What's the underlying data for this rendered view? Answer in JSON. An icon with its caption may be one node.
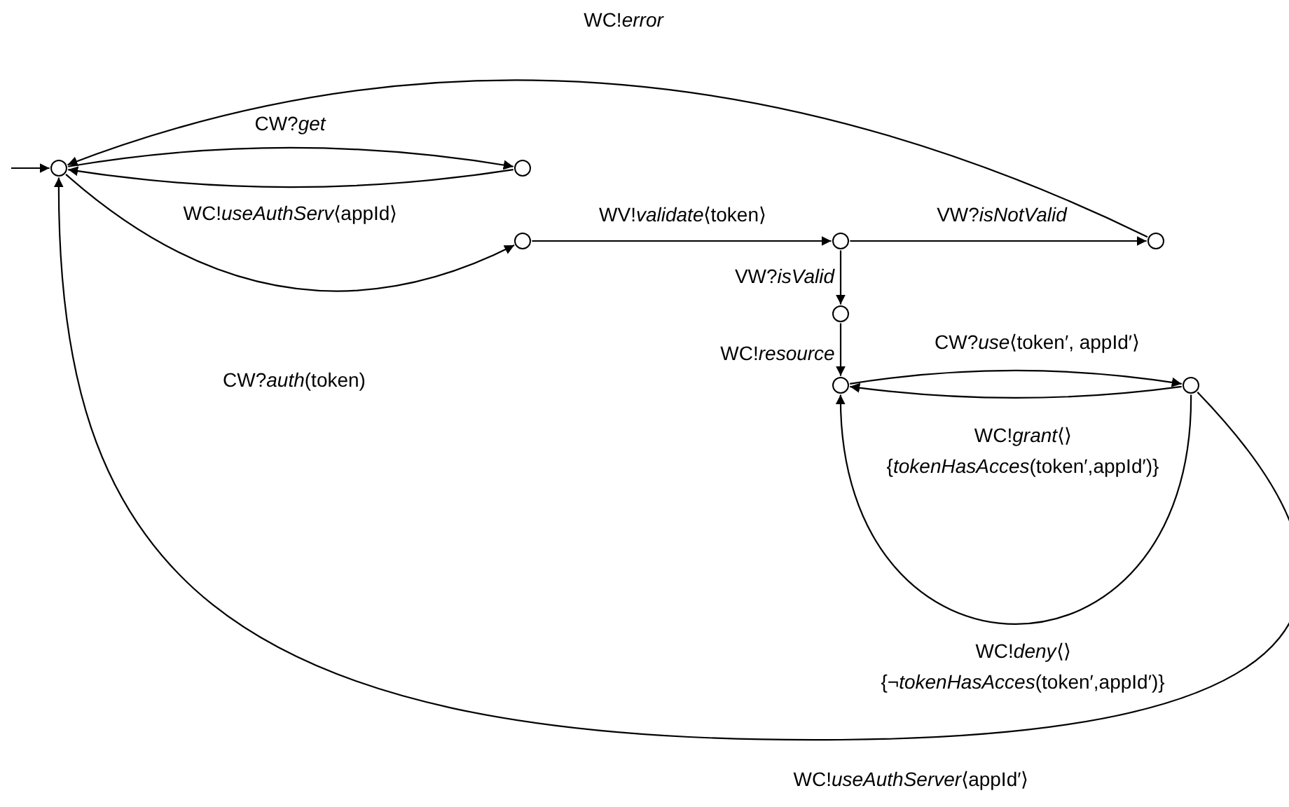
{
  "diagram": {
    "nodes": [
      {
        "text": [],
        "shape": "circle"
      },
      {
        "text": [],
        "shape": "circle"
      },
      {
        "text": [],
        "shape": "circle"
      },
      {
        "text": [],
        "shape": "circle"
      },
      {
        "text": [],
        "shape": "circle"
      },
      {
        "text": [],
        "shape": "circle"
      },
      {
        "text": [],
        "shape": "circle"
      },
      {
        "text": [],
        "shape": "circle"
      }
    ],
    "edges": [
      {
        "from": null,
        "to": 0,
        "arrow": "to"
      },
      {
        "from": 0,
        "to": 1,
        "arrow": "to",
        "label": "CW?*get*"
      },
      {
        "from": 1,
        "to": 0,
        "arrow": "to",
        "label": "WC!*useAuthServ*⟨appId⟩"
      },
      {
        "from": 0,
        "to": 2,
        "arrow": "to",
        "label": "CW?*auth*(token)"
      },
      {
        "from": 2,
        "to": 3,
        "arrow": "to",
        "label": "WV!*validate*⟨token⟩"
      },
      {
        "from": 3,
        "to": 4,
        "arrow": "to",
        "label": "VW?*isNotValid*"
      },
      {
        "from": 4,
        "to": 0,
        "arrow": "to",
        "label": "WC!*error*"
      },
      {
        "from": 3,
        "to": 5,
        "arrow": "to",
        "label": "VW?*isValid*"
      },
      {
        "from": 5,
        "to": 6,
        "arrow": "to",
        "label": "WC!*resource*"
      },
      {
        "from": 6,
        "to": 7,
        "arrow": "to",
        "label": "CW?*use*⟨token′, appId′⟩"
      },
      {
        "from": 7,
        "to": 6,
        "arrow": "to",
        "label": "WC!*grant*⟨⟩ {*tokenHasAcces*(token′,appId′)}"
      },
      {
        "from": 7,
        "to": 6,
        "arrow": "to",
        "label": "WC!*deny*⟨⟩ {¬*tokenHasAcces*(token′,appId′)}"
      },
      {
        "from": 7,
        "to": 0,
        "arrow": "to",
        "label": "WC!*useAuthServer*⟨appId′⟩"
      }
    ]
  }
}
